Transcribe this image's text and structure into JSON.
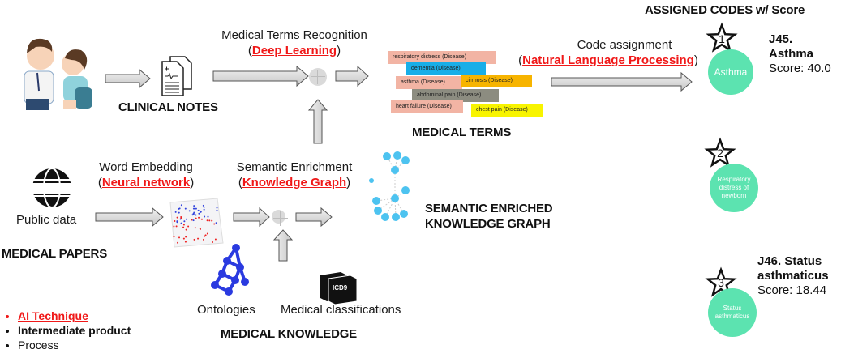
{
  "header": {
    "assigned_codes_title": "ASSIGNED CODES w/ Score"
  },
  "stages": {
    "clinical_notes": "CLINICAL NOTES",
    "medical_terms_recognition": {
      "title": "Medical Terms Recognition",
      "technique": "Deep Learning"
    },
    "medical_terms": "MEDICAL TERMS",
    "code_assignment": {
      "title": "Code assignment",
      "technique": "Natural Language Processing"
    },
    "word_embedding": {
      "title": "Word Embedding",
      "technique": "Neural network"
    },
    "semantic_enrichment": {
      "title": "Semantic Enrichment",
      "technique": "Knowledge Graph"
    },
    "public_data": "Public data",
    "medical_papers": "MEDICAL PAPERS",
    "kg_label_line1": "SEMANTIC ENRICHED",
    "kg_label_line2": "KNOWLEDGE GRAPH",
    "ontologies": "Ontologies",
    "medical_classifications": "Medical classifications",
    "icd_label": "ICD9",
    "medical_knowledge": "MEDICAL KNOWLEDGE",
    "www_label": "www"
  },
  "terms": [
    {
      "text": "respiratory distress (Disease)",
      "color": "#f2b4a4"
    },
    {
      "text": "dementia (Disease)",
      "color": "#18aee8"
    },
    {
      "text": "asthma (Disease)",
      "color": "#f2b4a4"
    },
    {
      "text": "cirrhosis (Disease)",
      "color": "#f7b400"
    },
    {
      "text": "abdominal pain (Disease)",
      "color": "#8c8c80"
    },
    {
      "text": "heart failure (Disease)",
      "color": "#f2b4a4"
    },
    {
      "text": "chest pain (Disease)",
      "color": "#f8f400"
    }
  ],
  "codes": [
    {
      "rank": "1",
      "circle_label": "Asthma",
      "code_title": "J45. Asthma",
      "code_line1": "J45.",
      "code_line2": "Asthma",
      "score": "Score: 40.0"
    },
    {
      "rank": "2",
      "circle_label": "Respiratory distress of newborn",
      "code_title": "",
      "score": ""
    },
    {
      "rank": "3",
      "circle_label": "Status asthmaticus",
      "code_line1": "J46. Status",
      "code_line2": "asthmaticus",
      "score": "Score: 18.44"
    }
  ],
  "legend": [
    {
      "text": "AI Technique",
      "color": "#f01818"
    },
    {
      "text": "Intermediate product",
      "color": "#111111"
    },
    {
      "text": "Process",
      "color": "#111111"
    }
  ],
  "colors": {
    "ai_red": "#f01818",
    "code_green": "#5ce3b0",
    "node_blue": "#4dc3f0",
    "arrow_fill": "#d9d9d9"
  }
}
